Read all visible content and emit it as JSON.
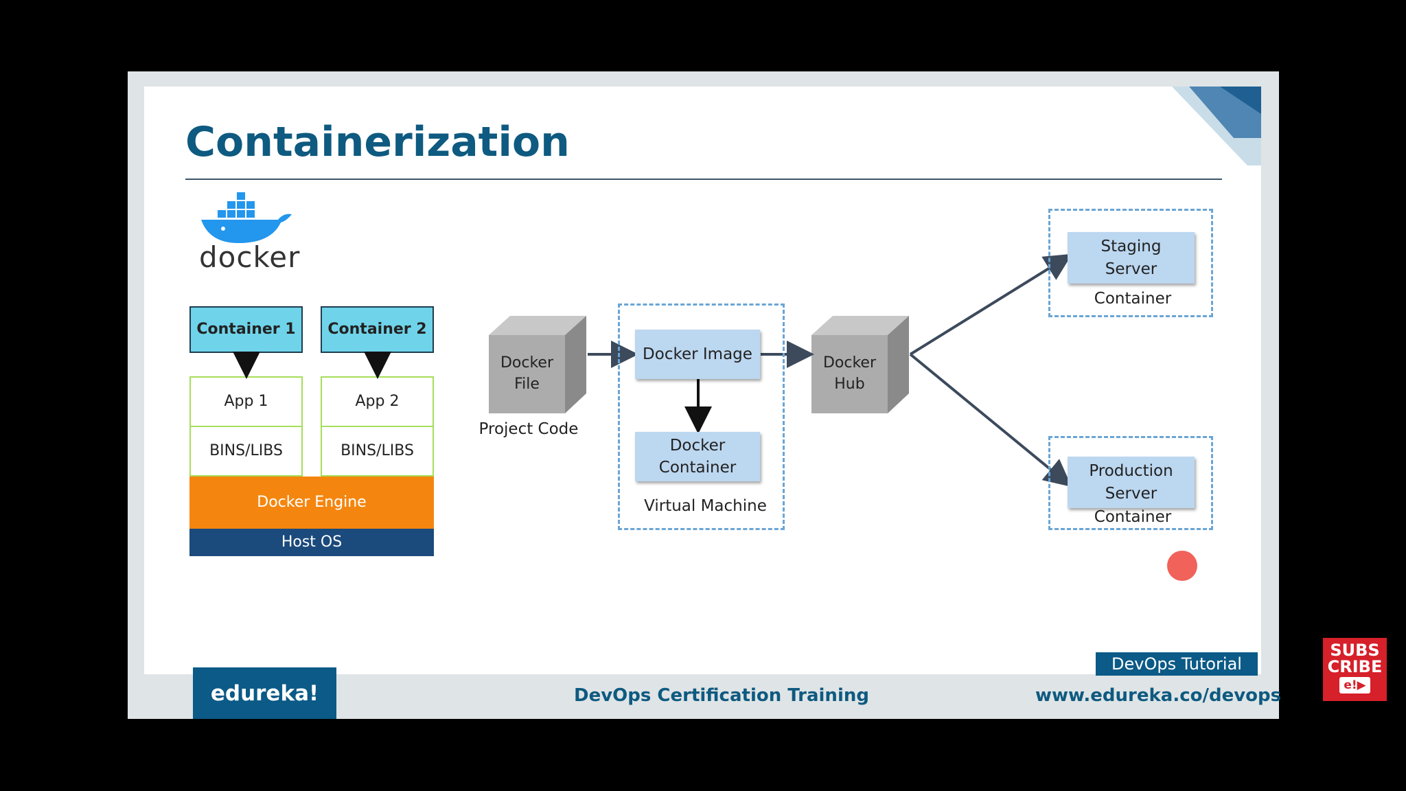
{
  "slide": {
    "title": "Containerization",
    "logo_text": "docker"
  },
  "stack": {
    "containers": [
      "Container 1",
      "Container 2"
    ],
    "apps": [
      "App 1",
      "App 2"
    ],
    "libs": [
      "BINS/LIBS",
      "BINS/LIBS"
    ],
    "engine": "Docker Engine",
    "host": "Host OS"
  },
  "flow": {
    "docker_file": "Docker\nFile",
    "project_code": "Project Code",
    "docker_image": "Docker Image",
    "docker_container": "Docker\nContainer",
    "virtual_machine": "Virtual Machine",
    "docker_hub": "Docker\nHub",
    "staging_server": "Staging\nServer",
    "staging_container": "Container",
    "production_server": "Production\nServer",
    "production_container": "Container"
  },
  "footer": {
    "brand": "edureka!",
    "course": "DevOps Certification Training",
    "url": "www.edureka.co/devops",
    "tutorial_tag": "DevOps Tutorial"
  },
  "overlay": {
    "subscribe_line1": "SUBS",
    "subscribe_line2": "CRIBE",
    "subscribe_badge": "e!▶"
  },
  "colors": {
    "title": "#0e5a80",
    "container": "#6fd4ea",
    "engine": "#f4860f",
    "host": "#1b4a7c",
    "light_box": "#bcd7f0",
    "dashed": "#6aa5d4"
  }
}
